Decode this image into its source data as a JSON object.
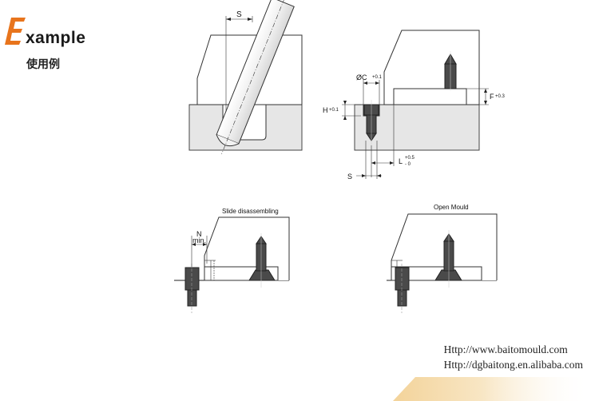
{
  "header": {
    "accent_letter": "E",
    "word": "xample",
    "chinese": "使用例",
    "accent_color": "#e8741c"
  },
  "figures": {
    "top_left": {
      "dim_s": "S"
    },
    "top_right": {
      "dim_c": "ØC",
      "dim_c_tol": "+0.1",
      "dim_h": "H",
      "dim_h_tol": "+0.1",
      "dim_f": "F",
      "dim_f_tol": "+0.3",
      "dim_l": "L",
      "dim_l_tol_upper": "+0.5",
      "dim_l_tol_lower": "- 0",
      "dim_s": "S"
    },
    "bottom_left": {
      "title": "Slide disassembling",
      "dim_n": "N",
      "dim_n_sub": "min."
    },
    "bottom_right": {
      "title": "Open Mould"
    }
  },
  "footer": {
    "url1": "Http://www.baitomould.com",
    "url2": "Http://dgbaitong.en.alibaba.com"
  },
  "colors": {
    "block_gray": "#e4e4e4",
    "bolt_dark": "#4a4a4a",
    "footer_gradient_start": "#f7e2b8",
    "footer_gradient_end": "#ffffff"
  }
}
